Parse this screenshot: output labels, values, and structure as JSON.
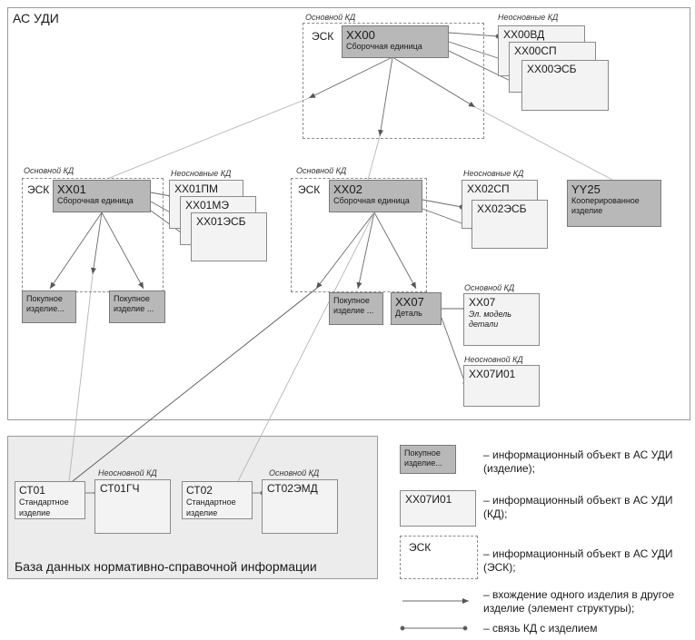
{
  "regions": {
    "top_title": "АС УДИ",
    "bottom_title": "База данных нормативно-справочной информации"
  },
  "labels": {
    "main_kd": "Основной КД",
    "aux_kd": "Неосновные КД",
    "aux_kd_single": "Неосновной КД",
    "esk": "ЭСК"
  },
  "nodes": {
    "xx00": {
      "code": "ХХ00",
      "name": "Сборочная единица"
    },
    "xx00_docs": [
      "ХХ00ВД",
      "ХХ00СП",
      "ХХ00ЭСБ"
    ],
    "xx01": {
      "code": "ХХ01",
      "name": "Сборочная единица"
    },
    "xx01_docs": [
      "ХХ01ПМ",
      "ХХ01МЭ",
      "ХХ01ЭСБ"
    ],
    "xx02": {
      "code": "ХХ02",
      "name": "Сборочная единица"
    },
    "xx02_docs": [
      "ХХ02СП",
      "ХХ02ЭСБ"
    ],
    "yy25": {
      "code": "YY25",
      "name_1": "Кооперированное",
      "name_2": "изделие"
    },
    "purchased_1": {
      "line1": "Покупное",
      "line2": "изделие..."
    },
    "purchased_2": {
      "line1": "Покупное",
      "line2": "изделие ..."
    },
    "purchased_3": {
      "line1": "Покупное",
      "line2": "изделие ..."
    },
    "xx07": {
      "code": "ХХ07",
      "name": "Деталь"
    },
    "xx07_main_doc": {
      "code": "ХХ07",
      "sub1": "Эл. модель",
      "sub2": "детали"
    },
    "xx07_aux_doc": {
      "code": "ХХ07И01"
    },
    "ct01": {
      "code": "СТ01",
      "name_1": "Стандартное",
      "name_2": "изделие"
    },
    "ct01_doc": {
      "code": "СТ01ГЧ"
    },
    "ct02": {
      "code": "СТ02",
      "name_1": "Стандартное",
      "name_2": "изделие"
    },
    "ct02_doc": {
      "code": "СТ02ЭМД"
    }
  },
  "legend": {
    "sample_unit_1": "Покупное",
    "sample_unit_2": "изделие...",
    "sample_doc": "ХХ07И01",
    "sample_esk": "ЭСК",
    "item_unit": [
      "– информационный объект в АС УДИ",
      "(изделие);"
    ],
    "item_doc": [
      "– информационный объект в АС УДИ",
      "(КД);"
    ],
    "item_esk": [
      "– информационный объект в АС УДИ",
      "(ЭСК);"
    ],
    "item_arrow": [
      "– вхождение одного изделия в другое",
      "изделие (элемент структуры);"
    ],
    "item_link": [
      "– связь КД с изделием"
    ]
  }
}
